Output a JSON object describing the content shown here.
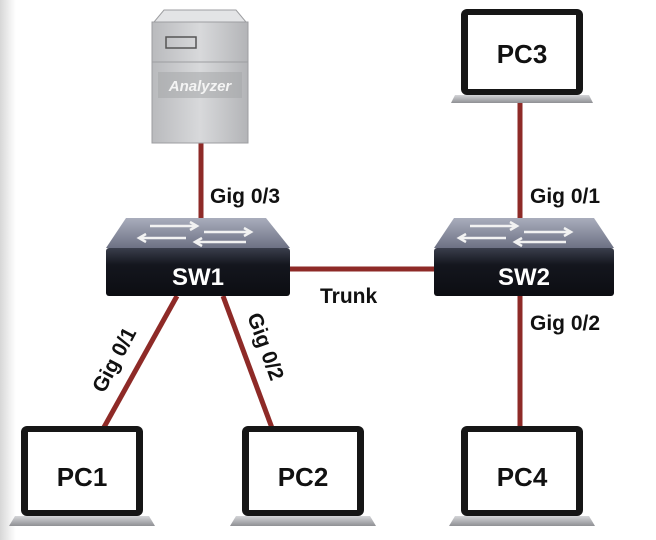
{
  "devices": {
    "analyzer": {
      "label": "Analyzer"
    },
    "sw1": {
      "label": "SW1"
    },
    "sw2": {
      "label": "SW2"
    },
    "pc1": {
      "label": "PC1"
    },
    "pc2": {
      "label": "PC2"
    },
    "pc3": {
      "label": "PC3"
    },
    "pc4": {
      "label": "PC4"
    }
  },
  "links": {
    "sw1_analyzer": {
      "port": "Gig 0/3"
    },
    "sw1_pc1": {
      "port": "Gig 0/1"
    },
    "sw1_pc2": {
      "port": "Gig 0/2"
    },
    "sw2_pc3": {
      "port": "Gig 0/1"
    },
    "sw2_pc4": {
      "port": "Gig 0/2"
    },
    "sw1_sw2": {
      "label": "Trunk"
    }
  },
  "colors": {
    "link": "#8e2a27",
    "switch_body": "#1a1d27",
    "switch_top": "#8a8ea0",
    "analyzer": "#c9cacc",
    "laptop_screen_frame": "#161616",
    "laptop_base": "#b7b8bb"
  }
}
